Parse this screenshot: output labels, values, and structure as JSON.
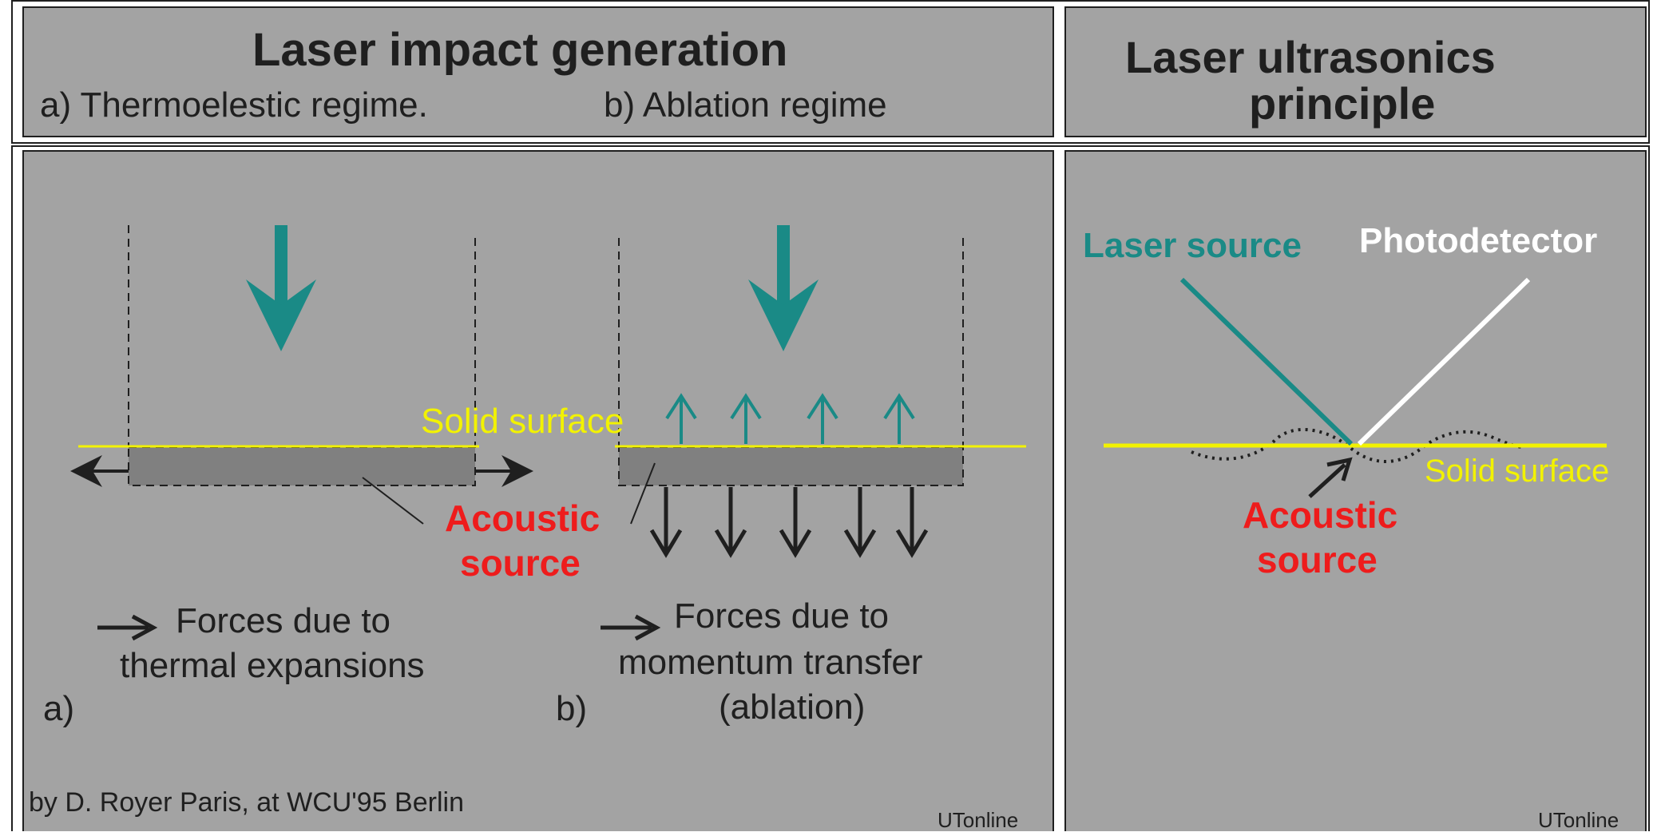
{
  "header_left": {
    "title": "Laser impact generation",
    "label_a": "a) Thermoelestic regime.",
    "label_b": "b) Ablation regime"
  },
  "header_right": {
    "title_line1": "Laser ultrasonics",
    "title_line2": "principle"
  },
  "left_panel": {
    "solid_surface": "Solid surface",
    "acoustic_line1": "Acoustic",
    "acoustic_line2": "source",
    "forces_a_line1": "Forces due to",
    "forces_a_line2": "thermal expansions",
    "forces_b_line1": "Forces due to",
    "forces_b_line2": "momentum transfer",
    "forces_b_line3": "(ablation)",
    "marker_a": "a)",
    "marker_b": "b)",
    "credit": "by D. Royer Paris, at WCU'95 Berlin",
    "watermark": "UTonline"
  },
  "right_panel": {
    "laser_source": "Laser source",
    "photodetector": "Photodetector",
    "solid_surface": "Solid surface",
    "acoustic_line1": "Acoustic",
    "acoustic_line2": "source",
    "watermark": "UTonline"
  },
  "colors": {
    "panel_bg": "#a3a3a3",
    "laser_teal": "#1a8a86",
    "surface_yellow": "#f2f200",
    "acoustic_red": "#ee1c1c",
    "zone_gray": "#808080",
    "outline": "#1f1f1f",
    "white": "#ffffff"
  }
}
